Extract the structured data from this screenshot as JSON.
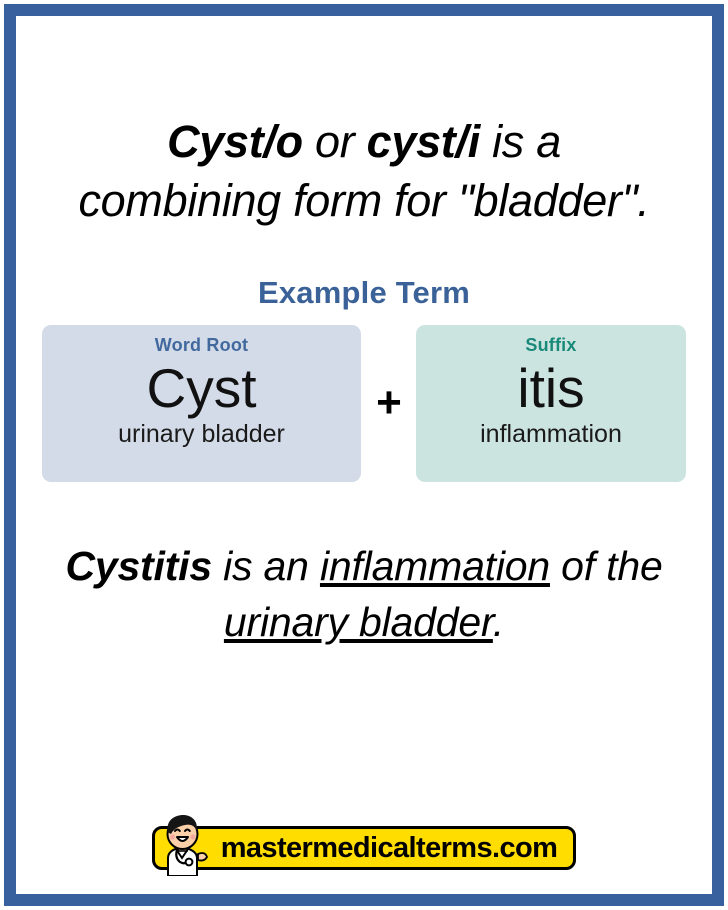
{
  "poster": {
    "border_color": "#39609e",
    "background_color": "#ffffff"
  },
  "headline": {
    "line1_bold1": "Cyst/o",
    "line1_plain1": " or ",
    "line1_bold2": "cyst/i",
    "line1_plain2": " is a",
    "line2": "combining form for \"bladder\"."
  },
  "section": {
    "example_term_label": "Example Term",
    "example_term_color": "#3a6299"
  },
  "cards": {
    "operator": "+",
    "items": [
      {
        "kicker": "Word Root",
        "morpheme": "Cyst",
        "gloss": "urinary bladder",
        "fill_color": "#d4dbe8",
        "kicker_color": "#41699e"
      },
      {
        "kicker": "Suffix",
        "morpheme": "itis",
        "gloss": "inflammation",
        "fill_color": "#cce4e0",
        "kicker_color": "#19897a"
      }
    ]
  },
  "definition": {
    "bold_term": "Cystitis",
    "plain1": " is an ",
    "underline1": "inflammation",
    "plain2": " of the ",
    "underline2": "urinary bladder",
    "period": "."
  },
  "footer": {
    "site_name": "mastermedicalterms.com",
    "pill_color": "#ffdd00",
    "mascot": "doctor-mascot-icon"
  }
}
